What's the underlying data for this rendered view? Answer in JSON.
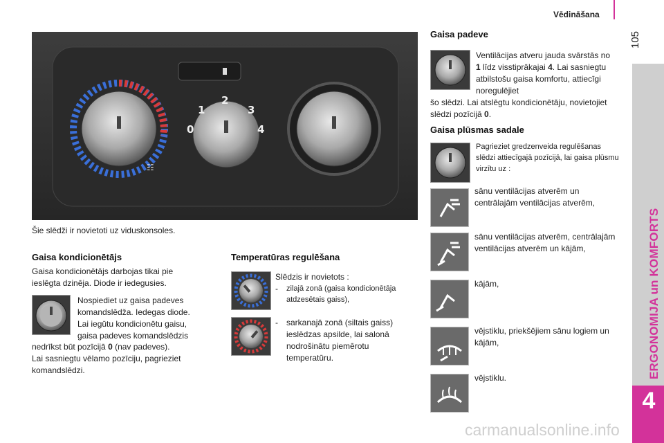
{
  "header": {
    "title": "Vēdināšana",
    "page_number": "105"
  },
  "side": {
    "chapter_title": "ERGONOMIJA un KOMFORTS",
    "chapter_number": "4"
  },
  "photo": {
    "caption": "Šie slēdži ir novietoti uz viduskonsoles.",
    "labels": {
      "num0": "0",
      "num1": "1",
      "num2": "2",
      "num3": "3",
      "num4": "4"
    }
  },
  "ac": {
    "title": "Gaisa kondicionētājs",
    "intro": "Gaisa kondicionētājs darbojas tikai pie ieslēgta dzinēja. Diode ir iedegusies.",
    "text_1": "Nospiediet uz gaisa padeves komandslēdža. Iedegas diode. Lai iegūtu kondicionētu gaisu, gaisa padeves komandslēdzis",
    "text_2a": "nedrīkst būt pozīcijā ",
    "text_2b": "0",
    "text_2c": " (nav padeves).",
    "text_3": "Lai sasniegtu vēlamo pozīciju, pagrieziet komandslēdzi."
  },
  "temp": {
    "title": "Temperatūras regulēšana",
    "lead": "Slēdzis ir novietots :",
    "item_1": "zilajā zonā (gaisa kondicionētāja atdzesētais gaiss),",
    "item_2": "sarkanajā zonā (siltais gaiss) ieslēdzas apsilde, lai salonā nodrošinātu piemērotu temperatūru.",
    "dash": "-"
  },
  "supply": {
    "title": "Gaisa padeve",
    "text_a": "Ventilācijas atveru jauda svārstās no ",
    "text_b": "1",
    "text_c": " līdz visstiprākajai ",
    "text_d": "4",
    "text_e": ". Lai sasniegtu atbilstošu gaisa komfortu, attiecīgi noregulējiet",
    "text_f": "šo slēdzi. Lai atslēgtu kondicionētāju, novietojiet slēdzi pozīcijā ",
    "text_g": "0",
    "text_h": "."
  },
  "distribution": {
    "title": "Gaisa plūsmas sadale",
    "intro": "Pagrieziet gredzenveida regulēšanas slēdzi attiecīgajā pozīcijā, lai gaisa plūsmu virzītu uz :",
    "items": [
      "sānu ventilācijas atverēm un centrālajām ventilācijas atverēm,",
      "sānu ventilācijas atverēm, centrālajām ventilācijas atverēm un kājām,",
      "kājām,",
      "vējstiklu, priekšējiem sānu logiem un kājām,",
      "vējstiklu."
    ]
  },
  "watermark": "carmanualsonline.info",
  "colors": {
    "accent": "#d3329a",
    "cold": "#3a6fd8",
    "hot": "#d83a3a"
  }
}
